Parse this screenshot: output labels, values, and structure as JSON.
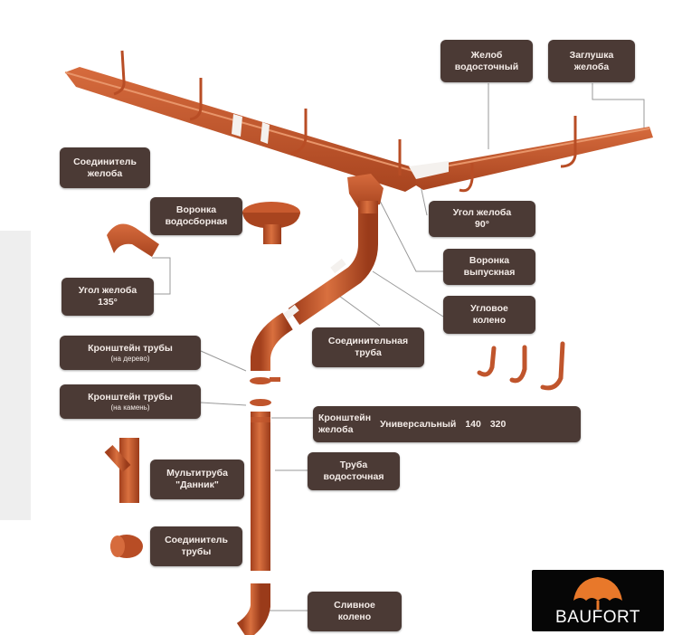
{
  "colors": {
    "product": "#c0552c",
    "label_bg": "#4b3a35",
    "label_text": "#f4ece8",
    "logo_umbrella": "#e8782a"
  },
  "labels": {
    "gutter": [
      "Желоб",
      "водосточный"
    ],
    "gutter_cap": [
      "Заглушка",
      "желоба"
    ],
    "gutter_connector": [
      "Соединитель",
      "желоба"
    ],
    "funnel_collector": [
      "Воронка",
      "водосборная"
    ],
    "gutter_corner_135": [
      "Угол желоба",
      "135°"
    ],
    "gutter_corner_90": [
      "Угол желоба",
      "90°"
    ],
    "funnel_outlet": [
      "Воронка",
      "выпускная"
    ],
    "elbow": [
      "Угловое",
      "колено"
    ],
    "connecting_pipe": [
      "Соединительная",
      "труба"
    ],
    "pipe_bracket_wood": {
      "title": "Кронштейн трубы",
      "sub": "(на дерево)"
    },
    "pipe_bracket_stone": {
      "title": "Кронштейн трубы",
      "sub": "(на камень)"
    },
    "gutter_bracket": {
      "title": [
        "Кронштейн",
        "желоба"
      ],
      "variant": "Универсальный",
      "size1": "140",
      "size2": "320"
    },
    "downpipe": [
      "Труба",
      "водосточная"
    ],
    "multipipe": [
      "Мультитруба",
      "\"Данник\""
    ],
    "pipe_connector": [
      "Соединитель",
      "трубы"
    ],
    "drain_elbow": [
      "Сливное",
      "колено"
    ]
  },
  "logo": {
    "text": "BAUFORT",
    "icon": "umbrella-icon"
  }
}
